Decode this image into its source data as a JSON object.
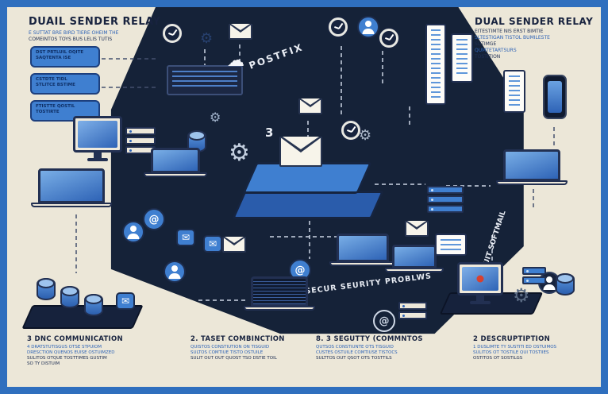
{
  "colors": {
    "frame": "#2f6fbe",
    "canvas": "#ece7d8",
    "dark": "#152238",
    "accent": "#3f7fd0",
    "navy_text": "#18233f",
    "blue_text": "#2e63b6",
    "alert_red": "#d8402f"
  },
  "header_left": {
    "title": "DUAIL SENDER RELAY",
    "lines": [
      "E SUTTAT BRE BIRD TIERE OHEIM THE",
      "COMEINTOS TOYS BUS LELIS TUTIS"
    ]
  },
  "header_right": {
    "title": "DUAL SENDER RELAY",
    "lines": [
      "EITESTIMTE NIS ERST BIMTIE",
      "SLTESTIGAN TISTOL BUMILESTE",
      "SUTIMGE",
      "QUMTETARTSURS",
      "TOSTITION"
    ]
  },
  "left_cards": [
    {
      "lines": [
        "DST PRTLUIL OQITE",
        "SAQTENTA ISE"
      ]
    },
    {
      "lines": [
        "CSTDTE TIDL",
        "STLITCE BSTIME"
      ]
    },
    {
      "lines": [
        "FTISTTE QOSTIL",
        "TOSTIRTE"
      ]
    }
  ],
  "labels": {
    "postfix": "POSTFIX",
    "security": "SECUR SEURITY PROBLWS",
    "softmail": "SUIT SOFTMAIL",
    "center_number": "3"
  },
  "icons": {
    "gear": "⚙",
    "cloud": "☁",
    "envelope": "✉",
    "at": "@"
  },
  "footnotes": [
    {
      "heading": "3 DNC COMMUNICATION",
      "lines": [
        "4 DRATSTUTISGUS OTSE STPUIOM",
        "DRESCTION QUENOS EUISE OSTUIMZED",
        "SULITOS OTQUE TOSTTIMES GUSTIM",
        "SO TY DISTUIM"
      ]
    },
    {
      "heading": "2. TASET COMBINCTION",
      "lines": [
        "QUISTOS CONSTIUTION ON TISGUID",
        "SULTOS COMTIUE TISTO OSTUILE",
        "SULIT OUT OUT QUOST TSO DSTIE TOIL"
      ]
    },
    {
      "heading": "8. 3 SEGUTTY (COMMNTOS",
      "lines": [
        "QUTSOS CONSTIUNTE OTS TISGUID",
        "CUSTES OSTUILE COMTIUSE TISTOCS",
        "SULTTOS OUT QSOT OTS TOSTTILS"
      ]
    },
    {
      "heading": "2 DESCRUPTIPTION",
      "lines": [
        "1 DUSLIMTE TY SUSTITI ED OSTUIMOS",
        "SULITOS OT TOSTILE QUI TOSTIIES",
        "OSTITOS OT SOSTILGS"
      ]
    }
  ]
}
